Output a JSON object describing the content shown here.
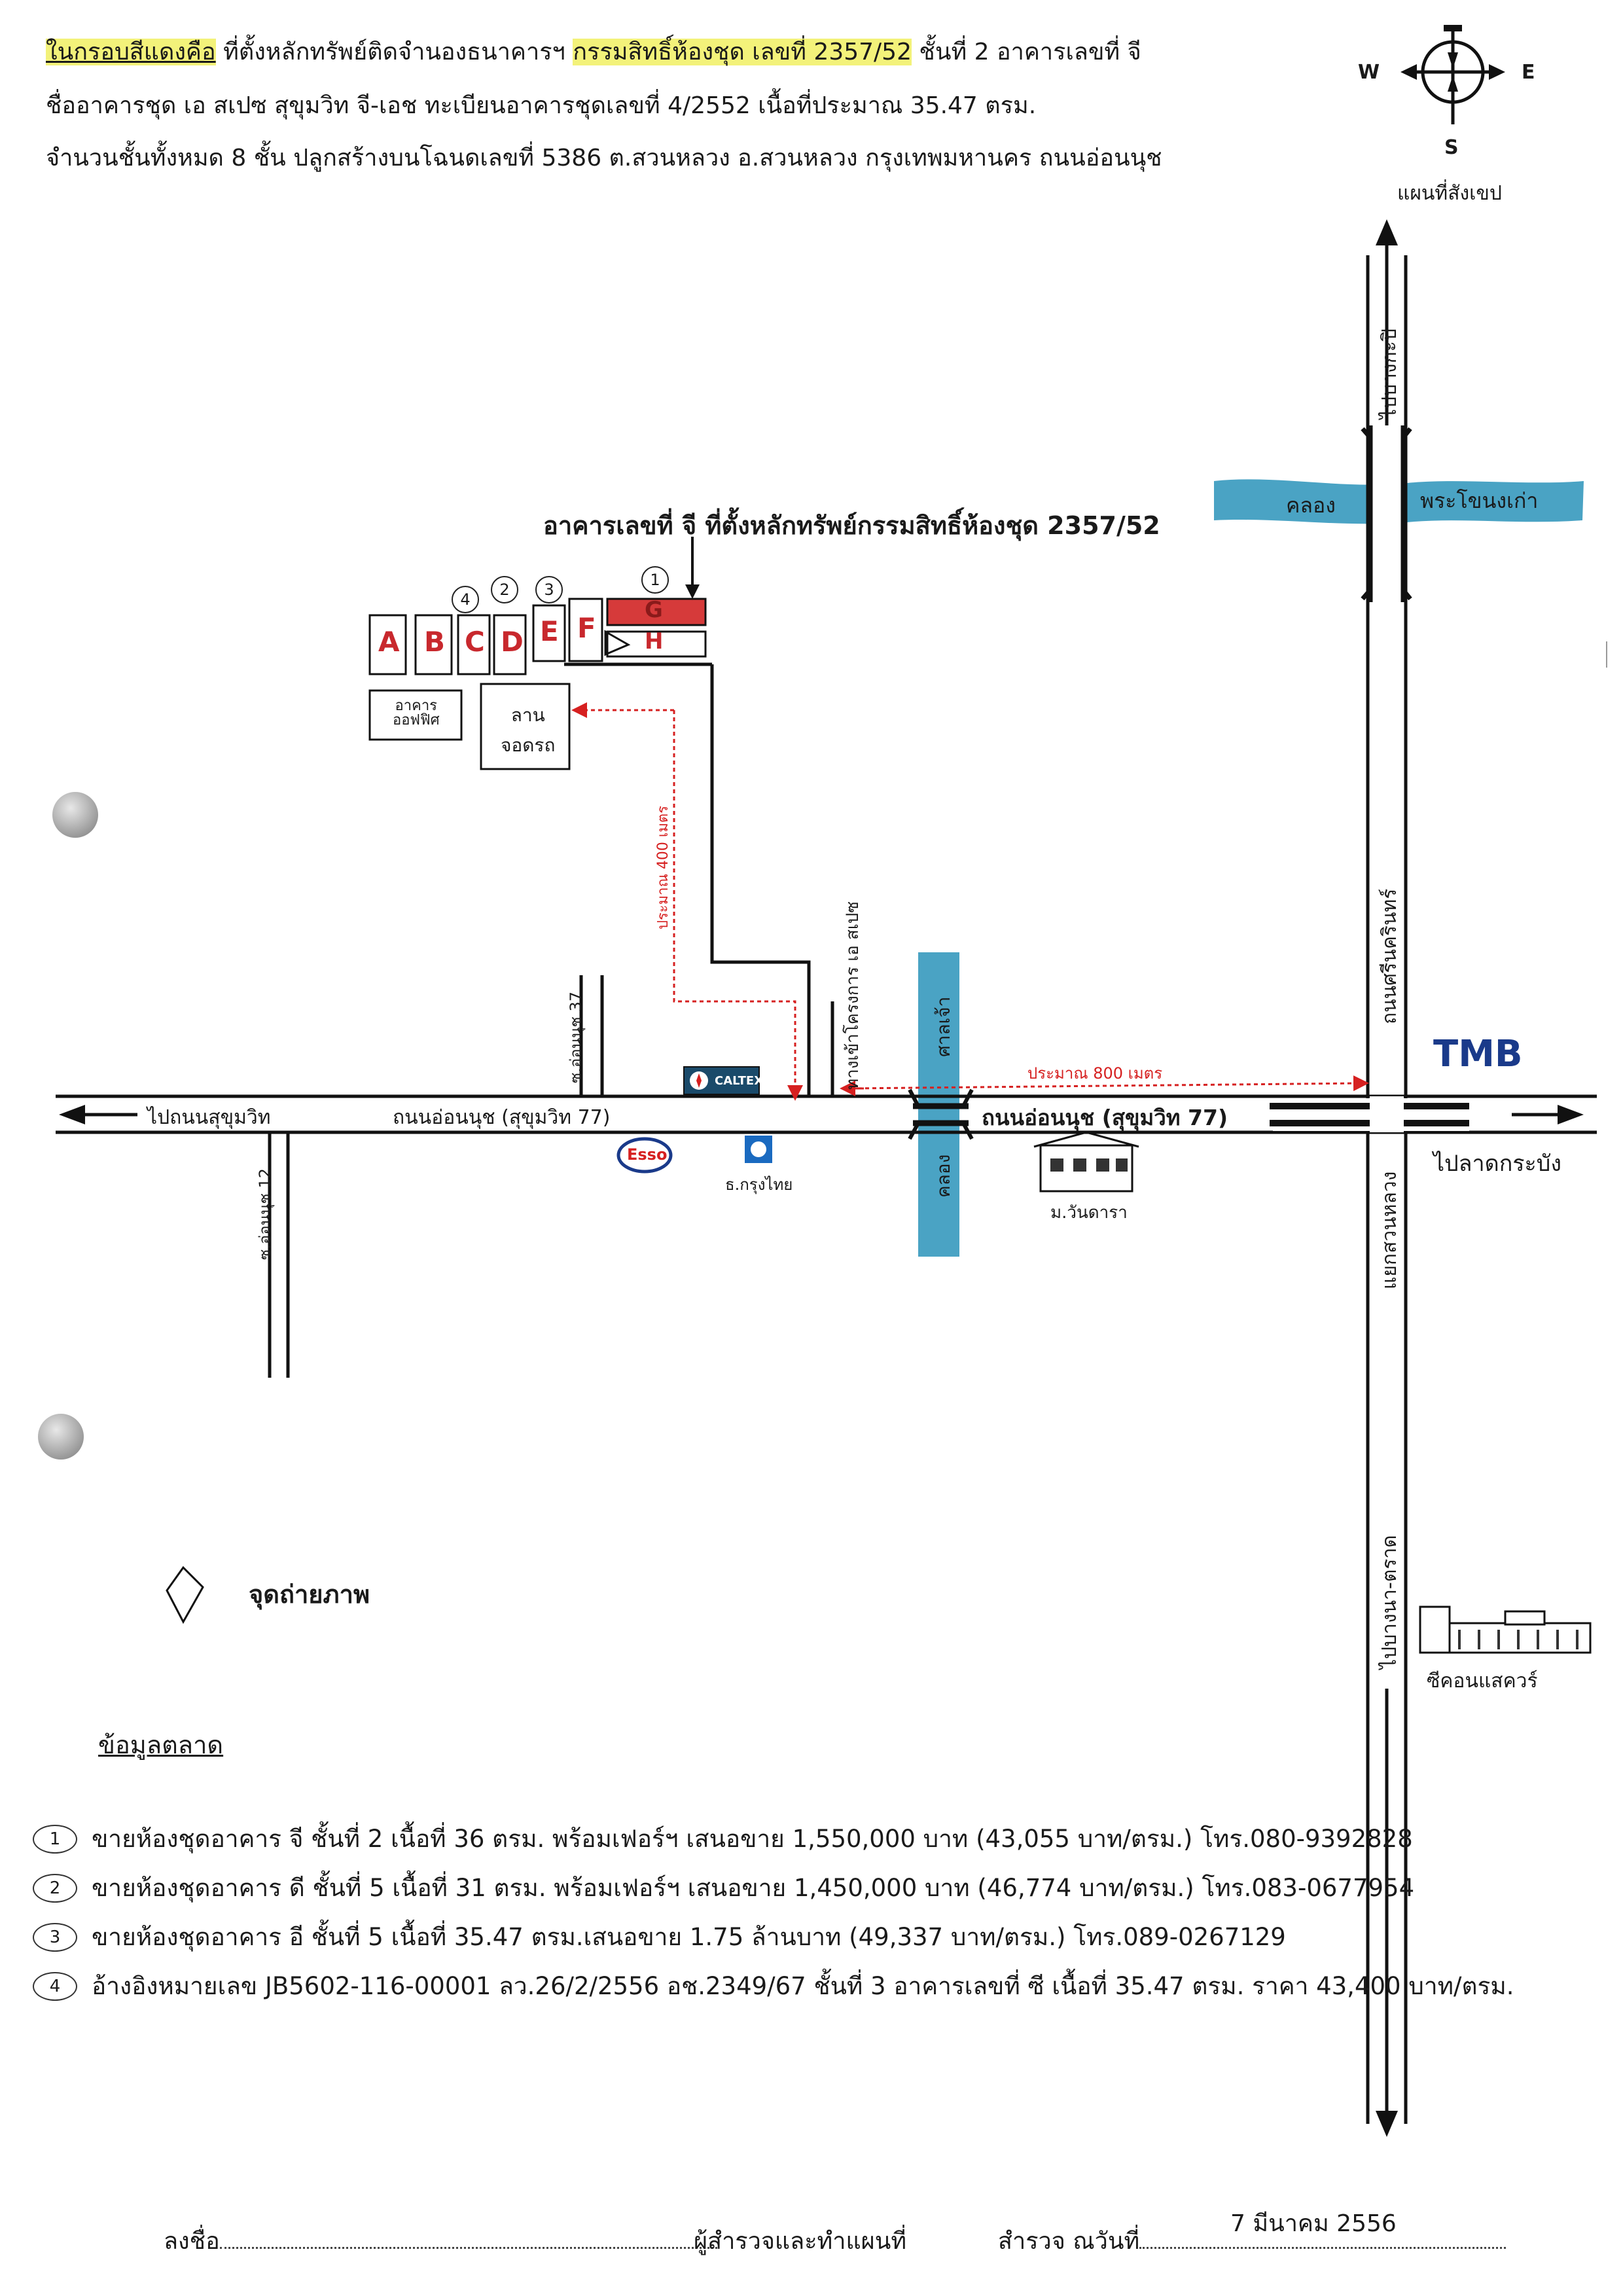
{
  "header": {
    "line1_highlight_a": "ในกรอบสีแดงคือ",
    "line1_part_b": " ที่ตั้งหลักทรัพย์ติดจำนองธนาคารฯ ",
    "line1_highlight_c": "กรรมสิทธิ์ห้องชุด เลขที่  2357/52",
    "line1_part_d": "  ชั้นที่ 2 อาคารเลขที่  จี",
    "line2": "ชื่ออาคารชุด เอ สเปซ สุขุมวิท จี-เอช  ทะเบียนอาคารชุดเลขที่ 4/2552  เนื้อที่ประมาณ 35.47 ตรม.",
    "line3": "จำนวนชั้นทั้งหมด 8 ชั้น ปลูกสร้างบนโฉนดเลขที่ 5386  ต.สวนหลวง  อ.สวนหลวง กรุงเทพมหานคร  ถนนอ่อนนุช"
  },
  "compass": {
    "w": "W",
    "e": "E",
    "s": "S",
    "caption": "แผนที่สังเขป"
  },
  "map": {
    "callout": "อาคารเลขที่ จี ที่ตั้งหลักทรัพย์กรรมสิทธิ์ห้องชุด 2357/52",
    "buildings": [
      "A",
      "B",
      "C",
      "D",
      "E",
      "F",
      "G",
      "H"
    ],
    "circle_markers": [
      "1",
      "2",
      "3",
      "4"
    ],
    "office_building": "อาคาร\nออฟฟิศ",
    "parking_lot": "ลาน\nจอดรถ",
    "distance_400": "ประมาณ 400 เมตร",
    "entrance_label": "ทางเข้าโครงการ เอ สเปซ",
    "soi_37": "ซ.อ่อนนุช 37",
    "soi_12": "ซ.อ่อนนุช 12",
    "to_sukhumvit": "ไปถนนสุขุมวิท",
    "onnut_road_1": "ถนนอ่อนนุช (สุขุมวิท 77)",
    "onnut_road_2": "ถนนอ่อนนุช (สุขุมวิท 77)",
    "caltex": "CALTEX",
    "esso": "Esso",
    "krungthai": "ธ.กรุงไทย",
    "canal_vertical": "ศาลเจ้า",
    "canal_vertical_2": "คลอง",
    "distance_800": "ประมาณ 800 เมตร",
    "village": "ม.วันดารา",
    "canal_horizontal_1": "คลอง",
    "canal_horizontal_2": "พระโขนงเก่า",
    "to_bangkapi": "ไปบางกะปิ",
    "srinakarin": "ถนนศรีนครินทร์",
    "tmb": "TMB",
    "to_latkrabang": "ไปลาดกระบัง",
    "suanluang_junction": "แยกสวนหลวง",
    "to_bangna": "ไปบางนา-ตราด",
    "seacon": "ซีคอนแสควร์",
    "photo_point": "จุดถ่ายภาพ"
  },
  "market": {
    "title": "ข้อมูลตลาด",
    "rows": [
      {
        "num": "1",
        "text": "ขายห้องชุดอาคาร จี ชั้นที่ 2 เนื้อที่ 36 ตรม. พร้อมเฟอร์ฯ เสนอขาย 1,550,000 บาท (43,055 บาท/ตรม.) โทร.080-9392828"
      },
      {
        "num": "2",
        "text": "ขายห้องชุดอาคาร ดี ชั้นที่ 5 เนื้อที่ 31 ตรม. พร้อมเฟอร์ฯ เสนอขาย 1,450,000 บาท (46,774 บาท/ตรม.) โทร.083-0677954"
      },
      {
        "num": "3",
        "text": "ขายห้องชุดอาคาร อี ชั้นที่ 5 เนื้อที่ 35.47 ตรม.เสนอขาย 1.75 ล้านบาท (49,337 บาท/ตรม.) โทร.089-0267129"
      },
      {
        "num": "4",
        "text": "อ้างอิงหมายเลข JB5602-116-00001  ลว.26/2/2556 อช.2349/67 ชั้นที่ 3 อาคารเลขที่ ซี  เนื้อที่ 35.47 ตรม. ราคา 43,400 บาท/ตรม."
      }
    ]
  },
  "footer": {
    "sign": "ลงชื่อ",
    "surveyor": "ผู้สำรวจและทำแผนที่",
    "survey_date_label": "สำรวจ ณวันที่",
    "survey_date": "7 มีนาคม 2556"
  },
  "colors": {
    "canal": "#4aa3c4",
    "highlight": "#f3f27a",
    "accent_red": "#d62020",
    "road": "#222222"
  }
}
